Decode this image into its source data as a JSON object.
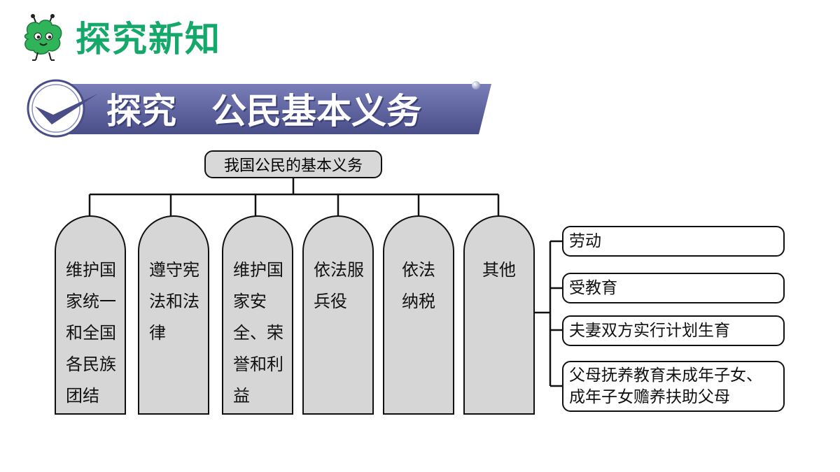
{
  "header": {
    "section_title": "探究新知",
    "title_color": "#15a86b"
  },
  "banner": {
    "text": "探究　公民基本义务",
    "band_color": "#5b5f99",
    "icon": "checkmark-badge-icon"
  },
  "mascot": {
    "icon": "green-blob-mascot-icon"
  },
  "diagram": {
    "root": "我国公民的基本义务",
    "pillars": [
      {
        "label": "维护国家统一和全国各民族团结"
      },
      {
        "label": "遵守宪法和法律"
      },
      {
        "label": "维护国家安全、荣誉和利益"
      },
      {
        "label": "依法服兵役"
      },
      {
        "label": "依法纳税"
      },
      {
        "label": "其他"
      }
    ],
    "others": [
      {
        "label": "劳动"
      },
      {
        "label": "受教育"
      },
      {
        "label": "夫妻双方实行计划生育"
      },
      {
        "label": "父母抚养教育未成年子女、成年子女赡养扶助父母"
      }
    ],
    "pillar_fill": "#d6d6d6",
    "line_color": "#111111"
  }
}
